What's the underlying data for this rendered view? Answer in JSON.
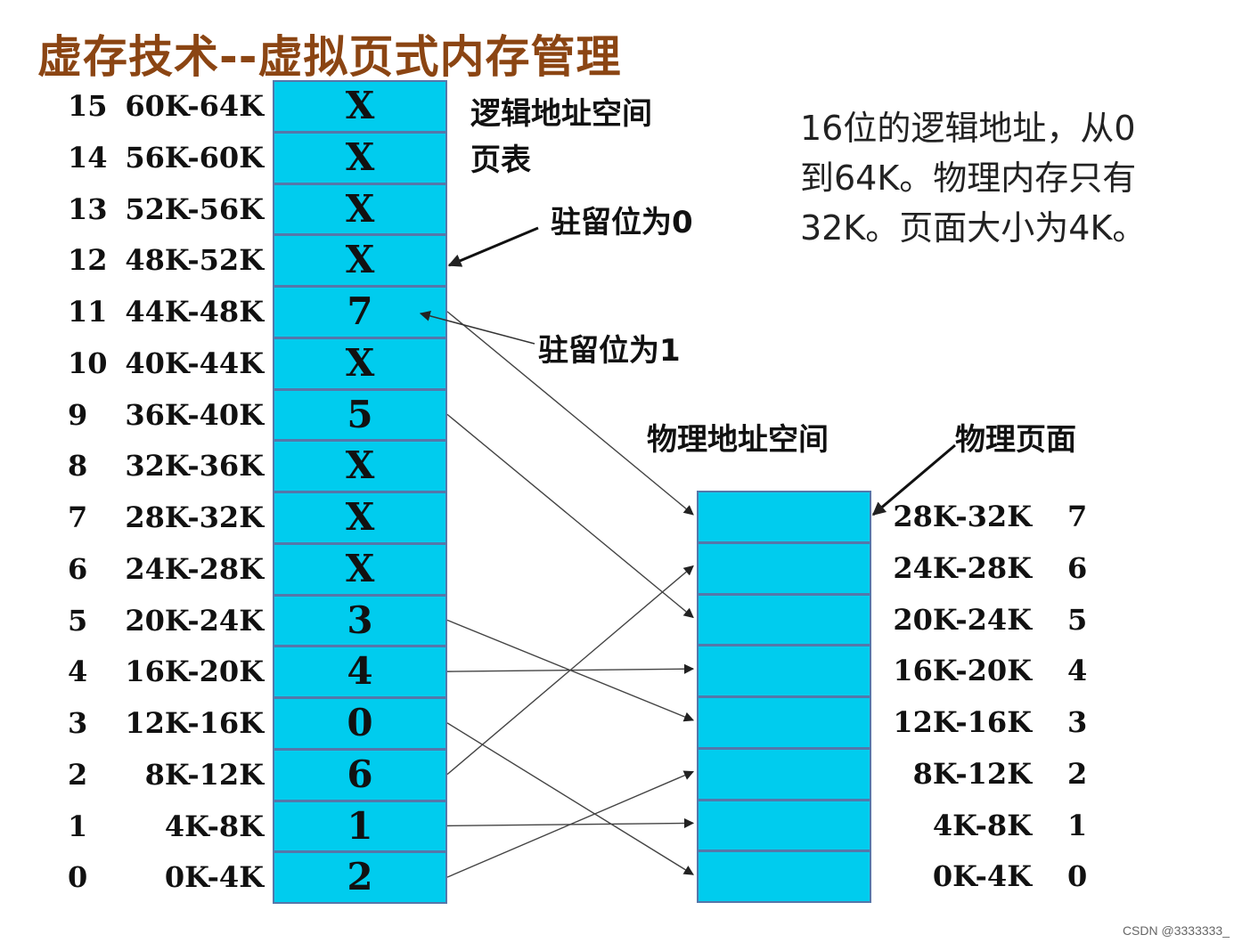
{
  "title": "虚存技术--虚拟页式内存管理",
  "labels": {
    "logical_space": "逻辑地址空间",
    "page_table": "页表",
    "resident_0": "驻留位为0",
    "resident_1": "驻留位为1",
    "physical_space": "物理地址空间",
    "physical_page": "物理页面"
  },
  "description": [
    "16位的逻辑地址，从0",
    "到64K。物理内存只有",
    "32K。页面大小为4K。"
  ],
  "page_table": [
    {
      "index": "15",
      "range": "60K-64K",
      "entry": "X"
    },
    {
      "index": "14",
      "range": "56K-60K",
      "entry": "X"
    },
    {
      "index": "13",
      "range": "52K-56K",
      "entry": "X"
    },
    {
      "index": "12",
      "range": "48K-52K",
      "entry": "X"
    },
    {
      "index": "11",
      "range": "44K-48K",
      "entry": "7"
    },
    {
      "index": "10",
      "range": "40K-44K",
      "entry": "X"
    },
    {
      "index": "9",
      "range": "36K-40K",
      "entry": "5"
    },
    {
      "index": "8",
      "range": "32K-36K",
      "entry": "X"
    },
    {
      "index": "7",
      "range": "28K-32K",
      "entry": "X"
    },
    {
      "index": "6",
      "range": "24K-28K",
      "entry": "X"
    },
    {
      "index": "5",
      "range": "20K-24K",
      "entry": "3"
    },
    {
      "index": "4",
      "range": "16K-20K",
      "entry": "4"
    },
    {
      "index": "3",
      "range": "12K-16K",
      "entry": "0"
    },
    {
      "index": "2",
      "range": "8K-12K",
      "entry": "6"
    },
    {
      "index": "1",
      "range": "4K-8K",
      "entry": "1"
    },
    {
      "index": "0",
      "range": "0K-4K",
      "entry": "2"
    }
  ],
  "physical_pages": [
    {
      "range": "28K-32K",
      "index": "7"
    },
    {
      "range": "24K-28K",
      "index": "6"
    },
    {
      "range": "20K-24K",
      "index": "5"
    },
    {
      "range": "16K-20K",
      "index": "4"
    },
    {
      "range": "12K-16K",
      "index": "3"
    },
    {
      "range": "8K-12K",
      "index": "2"
    },
    {
      "range": "4K-8K",
      "index": "1"
    },
    {
      "range": "0K-4K",
      "index": "0"
    }
  ],
  "watermark": "CSDN @3333333_",
  "colors": {
    "cell": "#00CCEE",
    "title": "#8B4513",
    "line": "#444444"
  }
}
